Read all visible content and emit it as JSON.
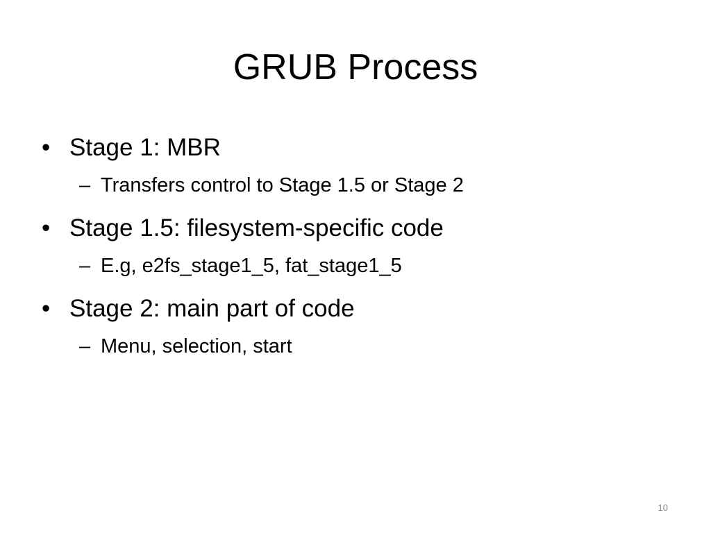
{
  "slide": {
    "title": "GRUB Process",
    "page_number": "10",
    "bullet_symbol": "•",
    "sub_bullet_symbol": "–",
    "items": [
      {
        "text": "Stage 1:  MBR",
        "sub": "Transfers control to Stage 1.5 or Stage 2"
      },
      {
        "text": "Stage 1.5:  filesystem-specific code",
        "sub": "E.g, e2fs_stage1_5, fat_stage1_5"
      },
      {
        "text": "Stage 2: main part of code",
        "sub": "Menu, selection, start"
      }
    ]
  }
}
